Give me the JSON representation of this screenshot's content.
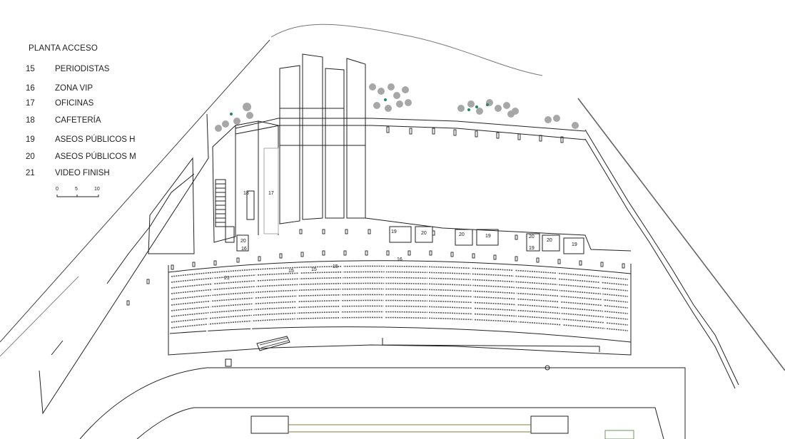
{
  "legend": {
    "title": "PLANTA ACCESO",
    "items": [
      {
        "num": "15",
        "label": "PERIODISTAS"
      },
      {
        "num": "16",
        "label": "ZONA VIP"
      },
      {
        "num": "17",
        "label": "OFICINAS"
      },
      {
        "num": "18",
        "label": "CAFETERÍA"
      },
      {
        "num": "19",
        "label": "ASEOS PÚBLICOS H"
      },
      {
        "num": "20",
        "label": "ASEOS PÚBLICOS M"
      },
      {
        "num": "21",
        "label": "VIDEO FINISH"
      }
    ]
  },
  "scale": {
    "ticks": [
      "0",
      "5",
      "10"
    ]
  },
  "plan_labels": {
    "l18": "18",
    "l17": "17",
    "l15a": "15",
    "l15b": "15",
    "l15c": "15",
    "l16a": "16",
    "l16b": "16",
    "l21": "21",
    "l20a": "20",
    "l20b": "20",
    "l20c": "20",
    "l20d": "20",
    "l20e": "20",
    "l19a": "19",
    "l19b": "19",
    "l19c": "19",
    "l19d": "19"
  },
  "colors": {
    "line": "#222222",
    "tree": "#8a8a8a",
    "accent": "#1c8a6a"
  }
}
